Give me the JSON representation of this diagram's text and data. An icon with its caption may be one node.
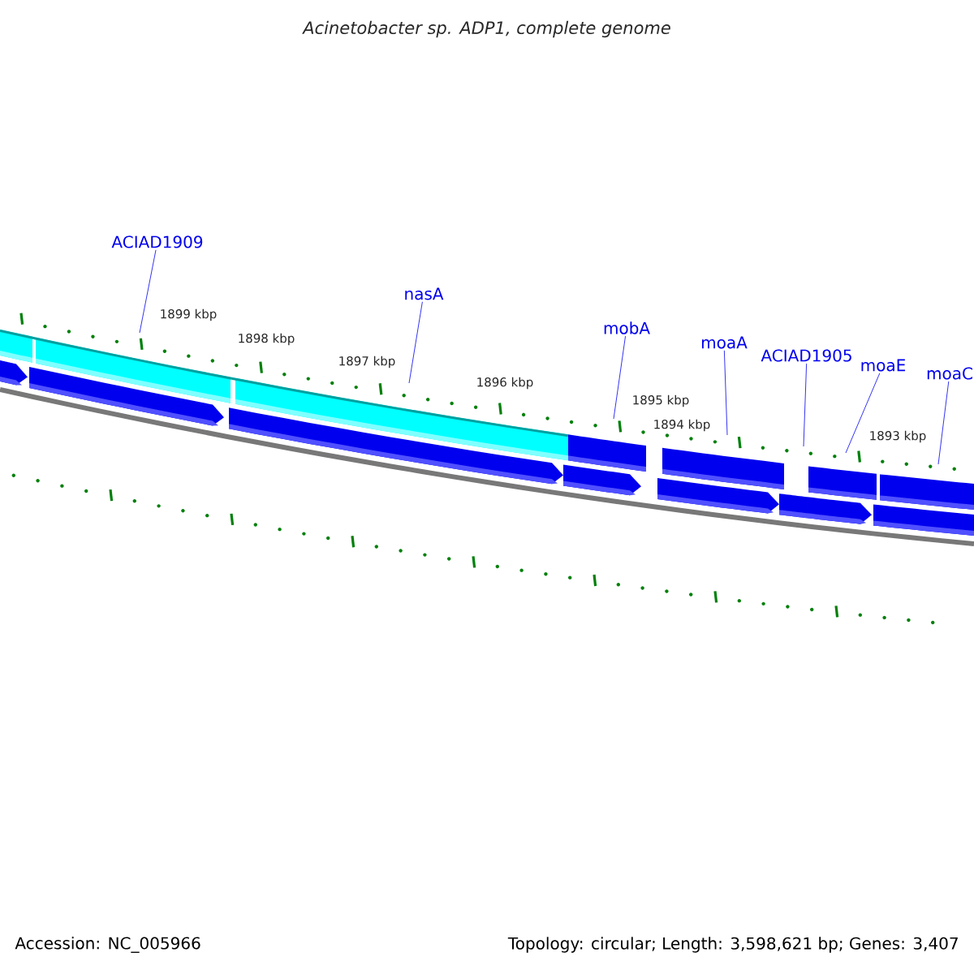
{
  "diagram": {
    "title": "Acinetobacter sp. ADP1, complete genome",
    "nodes": [
      {
        "text": [
          "ACIAD1909"
        ]
      },
      {
        "text": [
          "nasA"
        ]
      },
      {
        "text": [
          "mobA"
        ]
      },
      {
        "text": [
          "moaA"
        ]
      },
      {
        "text": [
          "ACIAD1905"
        ]
      },
      {
        "text": [
          "moaE"
        ]
      },
      {
        "text": [
          "moaC"
        ]
      }
    ],
    "edges": [
      {
        "from": 0,
        "to": null,
        "arrow": "none"
      },
      {
        "from": 1,
        "to": null,
        "arrow": "none"
      },
      {
        "from": 2,
        "to": null,
        "arrow": "none"
      },
      {
        "from": 3,
        "to": null,
        "arrow": "none"
      },
      {
        "from": 4,
        "to": null,
        "arrow": "none"
      },
      {
        "from": 5,
        "to": null,
        "arrow": "none"
      },
      {
        "from": 6,
        "to": null,
        "arrow": "none"
      }
    ],
    "labels": [
      "1899 kbp",
      "1898 kbp",
      "1897 kbp",
      "1896 kbp",
      "1895 kbp",
      "1894 kbp",
      "1893 kbp",
      "Accession: NC_005966",
      "Topology: circular; Length: 3,598,621 bp; Genes: 3,407"
    ]
  }
}
